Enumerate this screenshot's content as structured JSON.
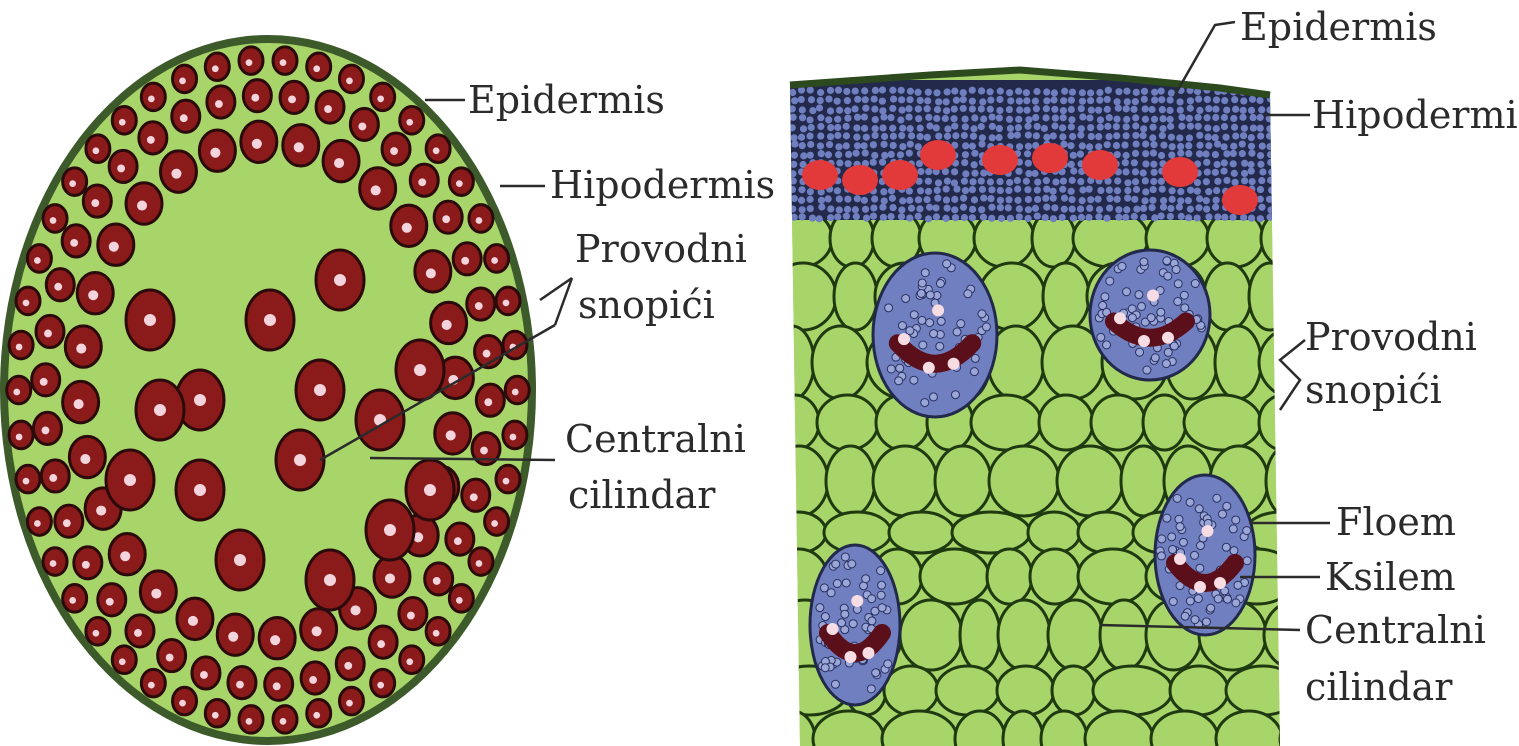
{
  "left_diagram": {
    "labels": {
      "epidermis": "Epidermis",
      "hipodermis": "Hipodermis",
      "provodni": "Provodni",
      "snopici": "snopići",
      "centralni": "Centralni",
      "cilindar": "cilindar"
    }
  },
  "right_diagram": {
    "labels": {
      "epidermis": "Epidermis",
      "hipodermis": "Hipodermis",
      "provodni": "Provodni",
      "snopici": "snopići",
      "floem": "Floem",
      "ksilem": "Ksilem",
      "centralni": "Centralni",
      "cilindar": "cilindar"
    }
  },
  "colors": {
    "parenchyma": "#a8d56a",
    "cell_wall": "#1f3a10",
    "bundle": "#8b1a1a",
    "phloem": "#6f7fc0",
    "xylem": "#e23a3a",
    "epidermis": "#3c5a2a"
  }
}
